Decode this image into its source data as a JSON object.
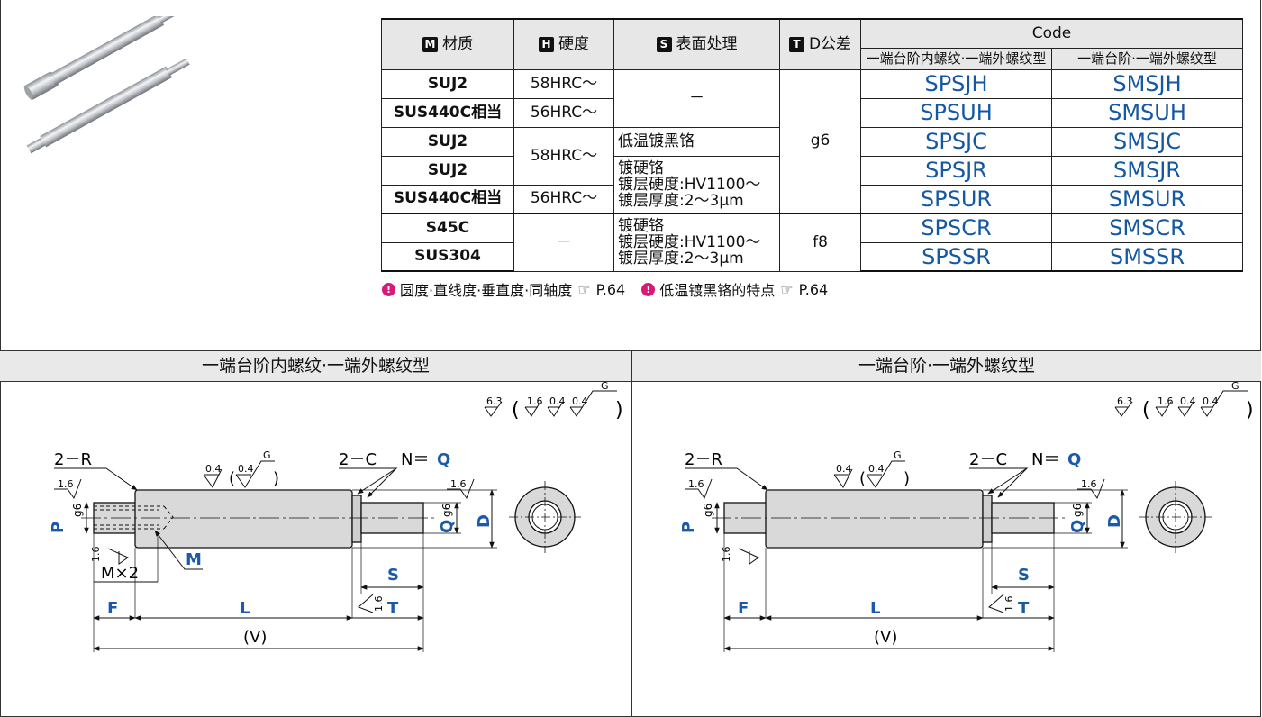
{
  "table": {
    "headers": {
      "material": {
        "badge": "M",
        "label": "材质"
      },
      "hardness": {
        "badge": "H",
        "label": "硬度"
      },
      "surface": {
        "badge": "S",
        "label": "表面处理"
      },
      "tolerance": {
        "badge": "T",
        "label": "D公差"
      },
      "code": "Code",
      "code_sub1": "一端台阶内螺纹·一端外螺纹型",
      "code_sub2": "一端台阶·一端外螺纹型"
    },
    "rows": [
      {
        "material": "SUJ2",
        "hardness": "58HRC～",
        "code1": "SPSJH",
        "code2": "SMSJH"
      },
      {
        "material": "SUS440C相当",
        "hardness": "56HRC～",
        "code1": "SPSUH",
        "code2": "SMSUH"
      },
      {
        "material": "SUJ2",
        "code1": "SPSJC",
        "code2": "SMSJC"
      },
      {
        "material": "SUJ2",
        "code1": "SPSJR",
        "code2": "SMSJR"
      },
      {
        "material": "SUS440C相当",
        "hardness": "56HRC～",
        "code1": "SPSUR",
        "code2": "SMSUR"
      },
      {
        "material": "S45C",
        "code1": "SPSCR",
        "code2": "SMSCR"
      },
      {
        "material": "SUS304",
        "code1": "SPSSR",
        "code2": "SMSSR"
      }
    ],
    "merged": {
      "surface_none": "－",
      "hardness_58": "58HRC～",
      "surface_black": "低温镀黑铬",
      "surface_chrome_1": "镀硬铬",
      "surface_chrome_2": "镀层硬度:HV1100～",
      "surface_chrome_3": "镀层厚度:2～3μm",
      "surface2_chrome_1": "镀硬铬",
      "surface2_chrome_2": "镀层硬度:HV1100～",
      "surface2_chrome_3": "镀层厚度:2～3μm",
      "hardness_none": "－",
      "tol_g6": "g6",
      "tol_f8": "f8"
    }
  },
  "notes": [
    {
      "text": "圆度·直线度·垂直度·同轴度",
      "ref": "P.64"
    },
    {
      "text": "低温镀黑铬的特点",
      "ref": "P.64"
    }
  ],
  "panels": {
    "left_title": "一端台阶内螺纹·一端外螺纹型",
    "right_title": "一端台阶·一端外螺纹型"
  },
  "drawing": {
    "rough_main": "6.3",
    "rough_a": "1.6",
    "rough_b": "0.4",
    "rough_c": "0.4",
    "rough_g": "G",
    "rough_mid": "0.4",
    "rough_mid2": "0.4",
    "r_label": "2－R",
    "c_label": "2－C",
    "n_label": "N＝",
    "q_label": "Q",
    "p_label": "P",
    "g6_label": "g6",
    "d_label": "D",
    "m_label": "M",
    "mx2_label": "M×2",
    "f_label": "F",
    "l_label": "L",
    "s_label": "S",
    "t_label": "T",
    "v_label": "(V)",
    "rough_16": "1.6"
  },
  "colors": {
    "code_blue": "#1457a3",
    "dim_blue": "#1a5aa8",
    "warn_pink": "#d7197a",
    "header_gray": "#e7e7e7"
  }
}
